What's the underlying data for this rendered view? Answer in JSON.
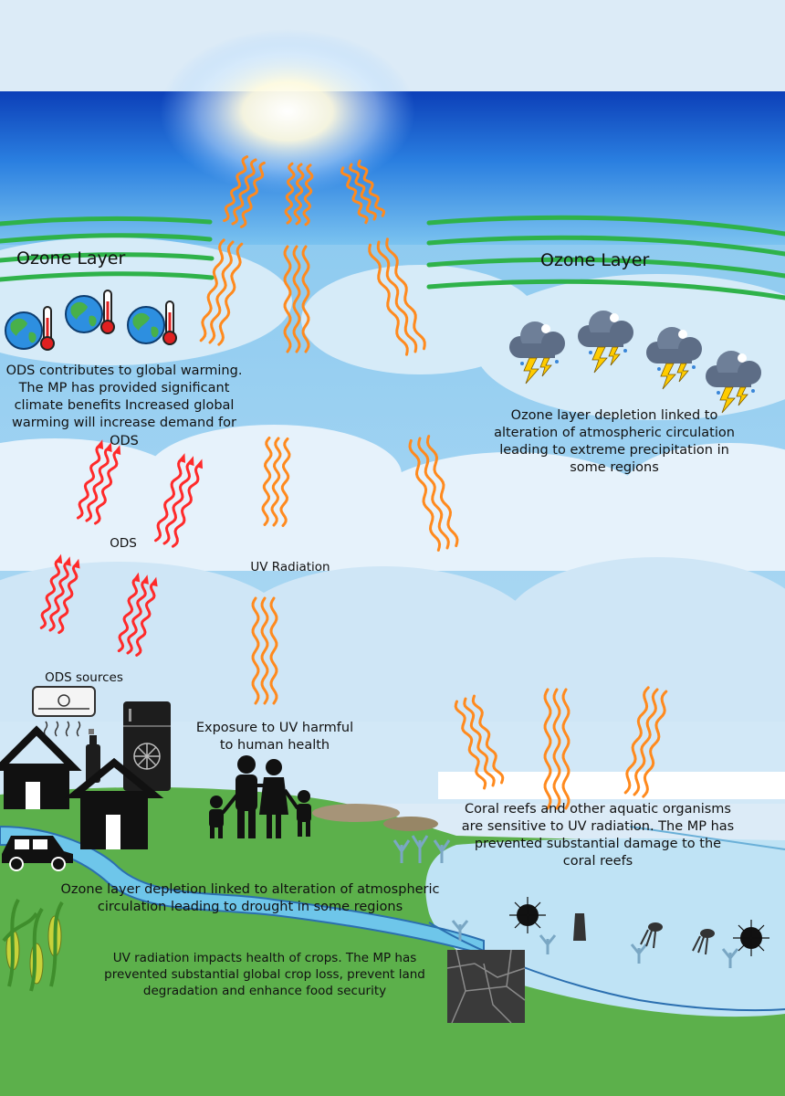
{
  "labels": {
    "ozone_left": "Ozone Layer",
    "ozone_right": "Ozone Layer",
    "warming": "ODS contributes to global warming. The MP has provided significant climate benefits Increased global warming will increase demand for ODS",
    "precipitation": "Ozone layer depletion linked to alteration of atmospheric circulation leading to extreme precipitation in some regions",
    "ods": "ODS",
    "uv_radiation": "UV Radiation",
    "ods_sources": "ODS sources",
    "human_health": "Exposure to UV harmful to human health",
    "coral": "Coral reefs and other aquatic organisms are sensitive to UV radiation. The MP has prevented substantial damage to the coral reefs",
    "drought": "Ozone layer depletion linked to alteration of atmospheric circulation leading to drought in some regions",
    "crops": "UV radiation impacts health of crops. The MP has prevented substantial global crop loss, prevent land degradation and enhance food security"
  },
  "icons": [
    "sun-icon",
    "earth-thermometer-icon",
    "storm-cloud-icon",
    "air-conditioner-icon",
    "aerosol-can-icon",
    "refrigerator-icon",
    "house-icon",
    "car-icon",
    "family-icon",
    "corn-crop-icon",
    "coral-icon",
    "sea-urchin-icon",
    "squid-icon"
  ],
  "colors": {
    "uv_ray": "#ff8a1e",
    "ods_arrow": "#ff2a2a",
    "ozone_band": "#2fb24a",
    "sky_top": "#1451c9",
    "land": "#5cb04b",
    "water": "#bfe3f5"
  }
}
